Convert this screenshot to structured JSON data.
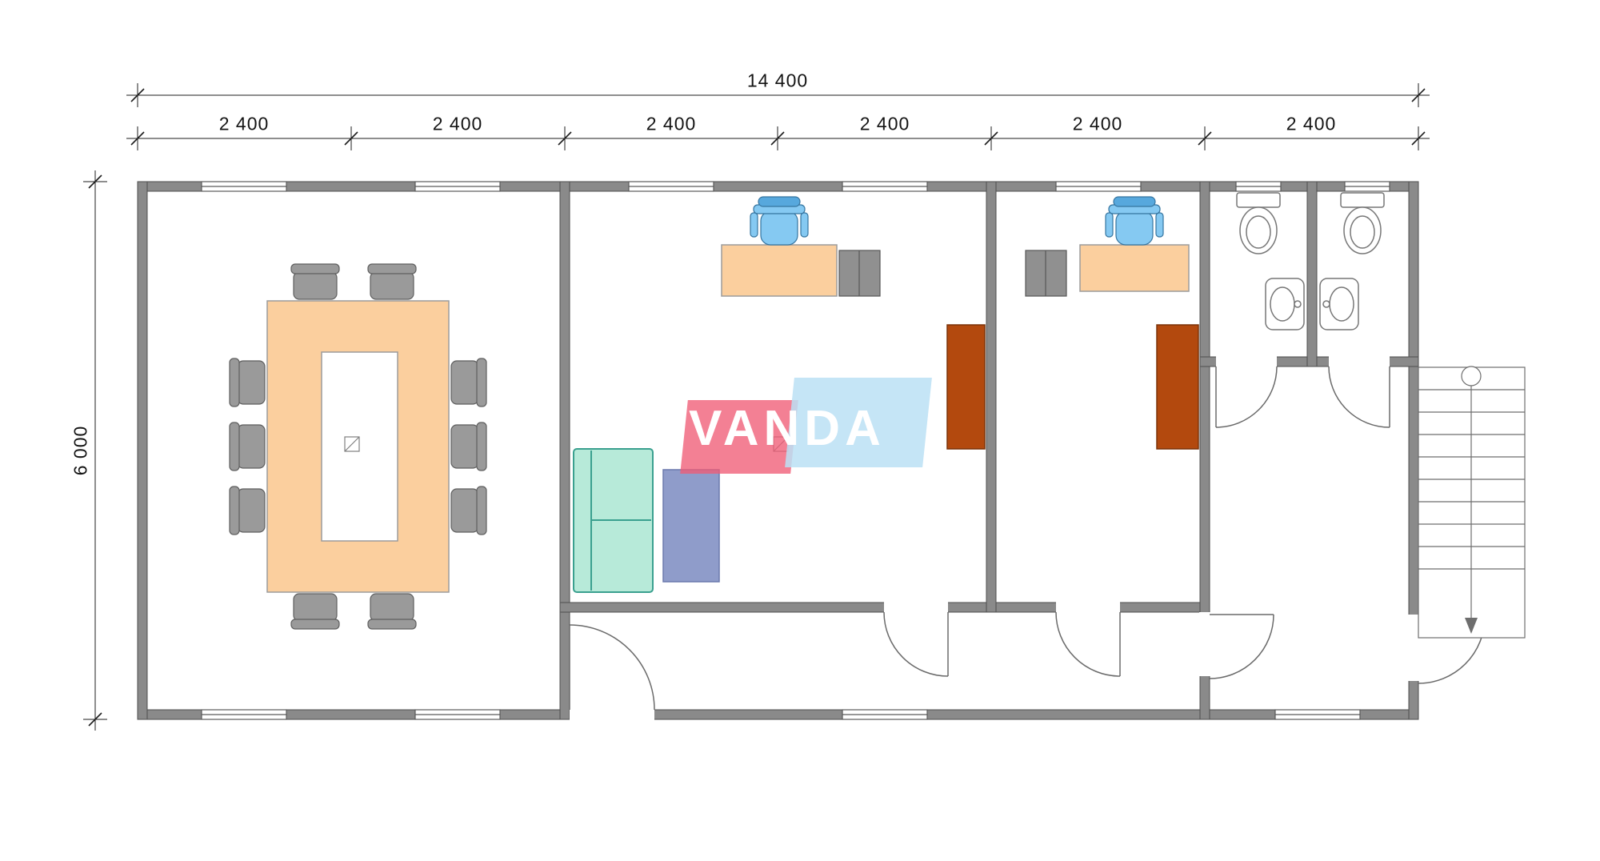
{
  "drawing": {
    "type": "office-floor-plan",
    "watermark": "VANDA",
    "dimensions": {
      "overall_width_label": "14 400",
      "bay_labels": [
        "2 400",
        "2 400",
        "2 400",
        "2 400",
        "2 400",
        "2 400"
      ],
      "overall_height_label": "6 000"
    },
    "colors": {
      "wall": "#8a8a8a",
      "furniture_wood": "#fbcf9e",
      "chair_gray": "#9a9a9a",
      "cabinet_gray": "#909090",
      "office_chair_blue": "#85c9f2",
      "office_chair_headrest_blue": "#57a8dd",
      "sofa_teal": "#b7ead9",
      "rug_purple": "#8f9cca",
      "cabinet_rust": "#b3490e",
      "watermark_pink": "#f05c76",
      "watermark_blue": "#bbe0f4",
      "dimension_line": "#1c1c1c"
    }
  }
}
